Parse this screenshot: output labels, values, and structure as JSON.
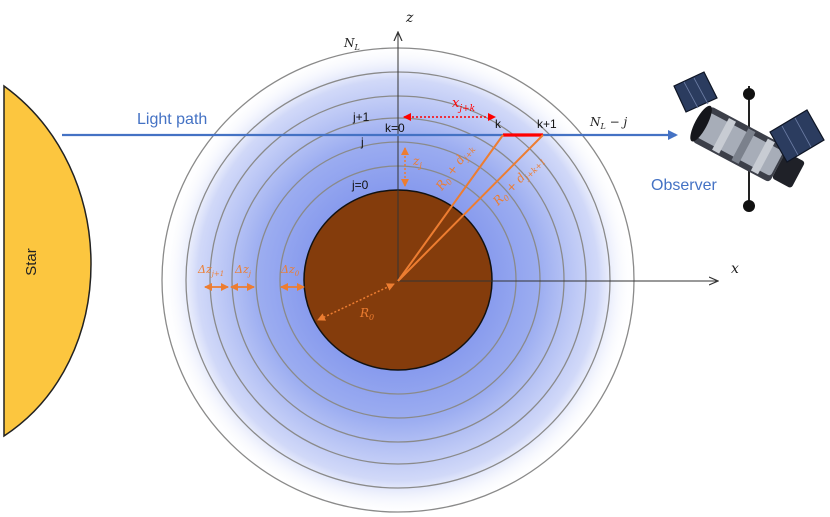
{
  "labels": {
    "star": "Star",
    "light_path": "Light path",
    "observer": "Observer",
    "axis_z": "z",
    "axis_x": "x",
    "outer_layer": "N",
    "outer_layer_sub": "L",
    "exit_layer": "N",
    "exit_layer_sub": "L",
    "exit_layer_suffix": " − j",
    "layer_j_plus_1": "j+1",
    "layer_j": "j",
    "layer_j0": "j=0",
    "cell_k0": "k=0",
    "cell_k": "k",
    "cell_k1": "k+1",
    "x_jk": "x",
    "x_jk_sub": "j+k",
    "z_j": "z",
    "z_j_sub": "j",
    "r_k": "R",
    "r_k_sub0": "0",
    "r_k_plus": " + ",
    "r_k_d": "d",
    "r_k_dsub": "j+k",
    "r_k1": "R",
    "r_k1_sub0": "0",
    "r_k1_plus": " + ",
    "r_k1_d": "d",
    "r_k1_dsub": "j+k+1",
    "dz_j1": "Δz",
    "dz_j1_sub": "j+1",
    "dz_j": "Δz",
    "dz_j_sub": "j",
    "dz_0": "Δz",
    "dz_0_sub": "0",
    "r0": "R",
    "r0_sub": "0"
  },
  "colors": {
    "star_fill": "#fcc63f",
    "planet_fill": "#843c0c",
    "atmosphere": "#7f93ec",
    "light_path": "#4472c4",
    "orange": "#ed7d31",
    "red": "#ff0000",
    "ring_stroke": "#8a8a8a"
  },
  "icons": {
    "observer": "space-telescope-icon"
  }
}
